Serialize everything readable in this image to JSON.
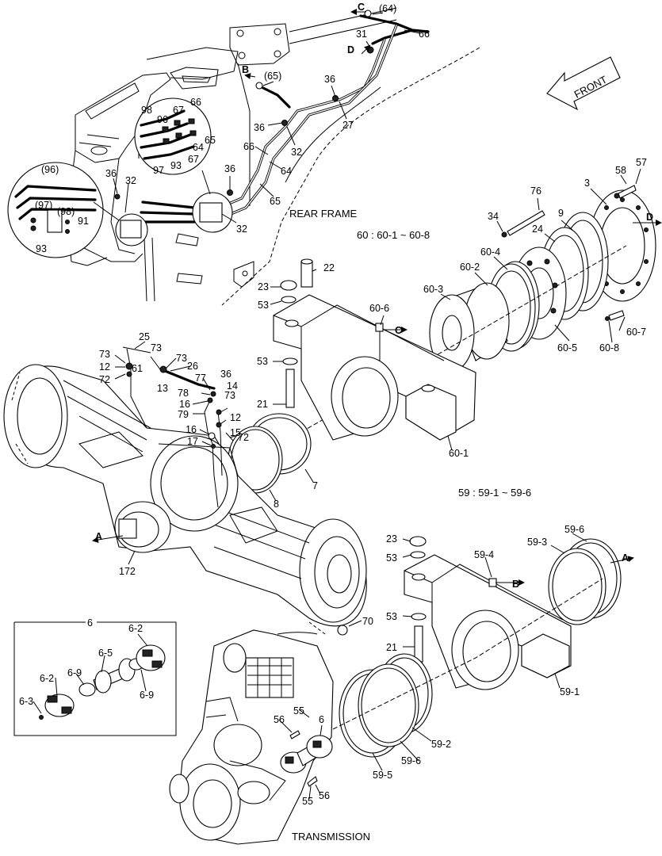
{
  "captions": {
    "rear_frame": "REAR FRAME",
    "transmission": "TRANSMISSION",
    "front": "FRONT",
    "group60": "60 : 60-1 ~ 60-8",
    "group59": "59 : 59-1 ~ 59-6"
  },
  "inset_group_label": "6",
  "arrow_letters": {
    "c_top": "C",
    "d_top": "D",
    "b_top": "B",
    "d_right": "D",
    "c_mid": "C",
    "a_left": "A",
    "a_right": "A",
    "b_mid": "B"
  },
  "labels": [
    {
      "id": "l64p",
      "text": "(64)"
    },
    {
      "id": "l66a",
      "text": "66"
    },
    {
      "id": "l31",
      "text": "31"
    },
    {
      "id": "l65p",
      "text": "(65)"
    },
    {
      "id": "l36a",
      "text": "36"
    },
    {
      "id": "l27",
      "text": "27"
    },
    {
      "id": "l36b",
      "text": "36"
    },
    {
      "id": "l32a",
      "text": "32"
    },
    {
      "id": "l66b",
      "text": "66"
    },
    {
      "id": "l64",
      "text": "64"
    },
    {
      "id": "l65",
      "text": "65"
    },
    {
      "id": "l36c",
      "text": "36"
    },
    {
      "id": "l32b",
      "text": "32"
    },
    {
      "id": "l98a",
      "text": "98"
    },
    {
      "id": "l96a",
      "text": "96"
    },
    {
      "id": "l67a",
      "text": "67"
    },
    {
      "id": "l66c",
      "text": "66"
    },
    {
      "id": "l65b",
      "text": "65"
    },
    {
      "id": "l64b",
      "text": "64"
    },
    {
      "id": "l67b",
      "text": "67"
    },
    {
      "id": "l97a",
      "text": "97"
    },
    {
      "id": "l93a",
      "text": "93"
    },
    {
      "id": "l96p",
      "text": "(96)"
    },
    {
      "id": "l97p",
      "text": "(97)"
    },
    {
      "id": "l98p",
      "text": "(98)"
    },
    {
      "id": "l91",
      "text": "91"
    },
    {
      "id": "l93b",
      "text": "93"
    },
    {
      "id": "l36d",
      "text": "36"
    },
    {
      "id": "l32c",
      "text": "32"
    },
    {
      "id": "l76",
      "text": "76"
    },
    {
      "id": "l3",
      "text": "3"
    },
    {
      "id": "l58",
      "text": "58"
    },
    {
      "id": "l57",
      "text": "57"
    },
    {
      "id": "l34",
      "text": "34"
    },
    {
      "id": "l9",
      "text": "9"
    },
    {
      "id": "l24",
      "text": "24"
    },
    {
      "id": "l60_4",
      "text": "60-4"
    },
    {
      "id": "l60_2",
      "text": "60-2"
    },
    {
      "id": "l60_3",
      "text": "60-3"
    },
    {
      "id": "l22",
      "text": "22"
    },
    {
      "id": "l23a",
      "text": "23"
    },
    {
      "id": "l53a",
      "text": "53"
    },
    {
      "id": "l60_6",
      "text": "60-6"
    },
    {
      "id": "l60_7",
      "text": "60-7"
    },
    {
      "id": "l60_5",
      "text": "60-5"
    },
    {
      "id": "l60_8",
      "text": "60-8"
    },
    {
      "id": "l25",
      "text": "25"
    },
    {
      "id": "l73a",
      "text": "73"
    },
    {
      "id": "l73b",
      "text": "73"
    },
    {
      "id": "l12a",
      "text": "12"
    },
    {
      "id": "l61",
      "text": "61"
    },
    {
      "id": "l73c",
      "text": "73"
    },
    {
      "id": "l72a",
      "text": "72"
    },
    {
      "id": "l13",
      "text": "13"
    },
    {
      "id": "l26",
      "text": "26"
    },
    {
      "id": "l77",
      "text": "77"
    },
    {
      "id": "l36e",
      "text": "36"
    },
    {
      "id": "l14",
      "text": "14"
    },
    {
      "id": "l78",
      "text": "78"
    },
    {
      "id": "l73d",
      "text": "73"
    },
    {
      "id": "l53b",
      "text": "53"
    },
    {
      "id": "l16a",
      "text": "16"
    },
    {
      "id": "l79",
      "text": "79"
    },
    {
      "id": "l12b",
      "text": "12"
    },
    {
      "id": "l21a",
      "text": "21"
    },
    {
      "id": "l16b",
      "text": "16"
    },
    {
      "id": "l15",
      "text": "15"
    },
    {
      "id": "l17",
      "text": "17"
    },
    {
      "id": "l72b",
      "text": "72"
    },
    {
      "id": "l7",
      "text": "7"
    },
    {
      "id": "l60_1",
      "text": "60-1"
    },
    {
      "id": "l8",
      "text": "8"
    },
    {
      "id": "l172",
      "text": "172"
    },
    {
      "id": "l59_6a",
      "text": "59-6"
    },
    {
      "id": "l23b",
      "text": "23"
    },
    {
      "id": "l59_3",
      "text": "59-3"
    },
    {
      "id": "l53c",
      "text": "53"
    },
    {
      "id": "l59_4",
      "text": "59-4"
    },
    {
      "id": "l70",
      "text": "70"
    },
    {
      "id": "l53d",
      "text": "53"
    },
    {
      "id": "l21b",
      "text": "21"
    },
    {
      "id": "l59_1",
      "text": "59-1"
    },
    {
      "id": "l6_2a",
      "text": "6-2"
    },
    {
      "id": "l6_5",
      "text": "6-5"
    },
    {
      "id": "l6_9a",
      "text": "6-9"
    },
    {
      "id": "l6_2b",
      "text": "6-2"
    },
    {
      "id": "l6_9b",
      "text": "6-9"
    },
    {
      "id": "l6_3",
      "text": "6-3"
    },
    {
      "id": "l56a",
      "text": "56"
    },
    {
      "id": "l55a",
      "text": "55"
    },
    {
      "id": "l6b",
      "text": "6"
    },
    {
      "id": "l59_2",
      "text": "59-2"
    },
    {
      "id": "l59_6b",
      "text": "59-6"
    },
    {
      "id": "l59_5",
      "text": "59-5"
    },
    {
      "id": "l55b",
      "text": "55"
    },
    {
      "id": "l56b",
      "text": "56"
    }
  ]
}
